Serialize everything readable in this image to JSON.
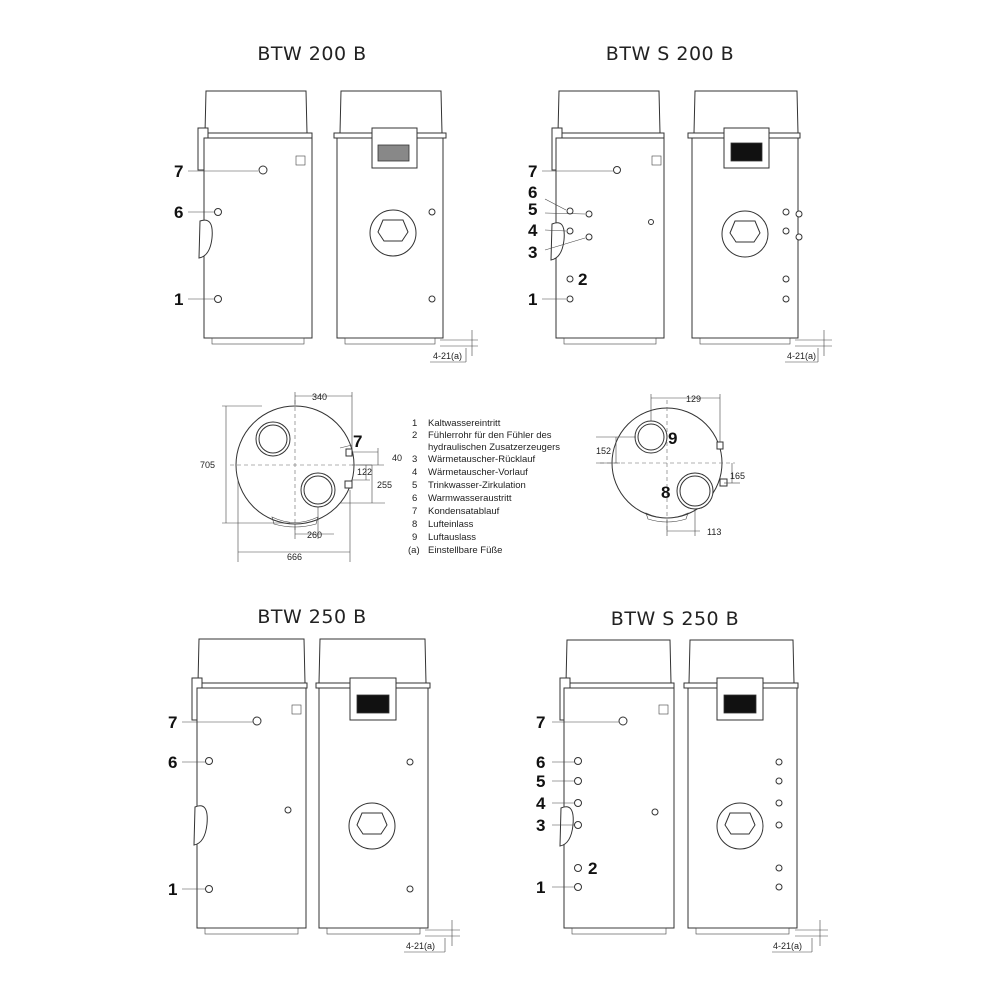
{
  "titles": {
    "btw200": "BTW 200 B",
    "btws200": "BTW S 200 B",
    "btw250": "BTW 250 B",
    "btws250": "BTW S 250  B"
  },
  "callouts": {
    "btw200": [
      "7",
      "6",
      "1"
    ],
    "btws200": [
      "7",
      "6",
      "5",
      "4",
      "3",
      "2",
      "1"
    ],
    "btw250": [
      "7",
      "6",
      "1"
    ],
    "btws250": [
      "7",
      "6",
      "5",
      "4",
      "3",
      "2",
      "1"
    ],
    "top_left": [
      "7"
    ],
    "top_right": [
      "9",
      "8"
    ]
  },
  "feet_label": "4-21(a)",
  "dimensions": {
    "top_left": [
      "340",
      "705",
      "40",
      "122",
      "255",
      "260",
      "666"
    ],
    "top_right": [
      "129",
      "152",
      "165",
      "113"
    ]
  },
  "legend": [
    {
      "key": "1",
      "text": "Kaltwassereintritt"
    },
    {
      "key": "2",
      "text": "Fühlerrohr für den Fühler des"
    },
    {
      "key": "",
      "text": "hydraulischen Zusatzerzeugers"
    },
    {
      "key": "3",
      "text": "Wärmetauscher-Rücklauf"
    },
    {
      "key": "4",
      "text": "Wärmetauscher-Vorlauf"
    },
    {
      "key": "5",
      "text": "Trinkwasser-Zirkulation"
    },
    {
      "key": "6",
      "text": "Warmwasseraustritt"
    },
    {
      "key": "7",
      "text": "Kondensatablauf"
    },
    {
      "key": "8",
      "text": "Lufteinlass"
    },
    {
      "key": "9",
      "text": "Luftauslass"
    },
    {
      "key": "(a)",
      "text": "Einstellbare Füße"
    }
  ]
}
